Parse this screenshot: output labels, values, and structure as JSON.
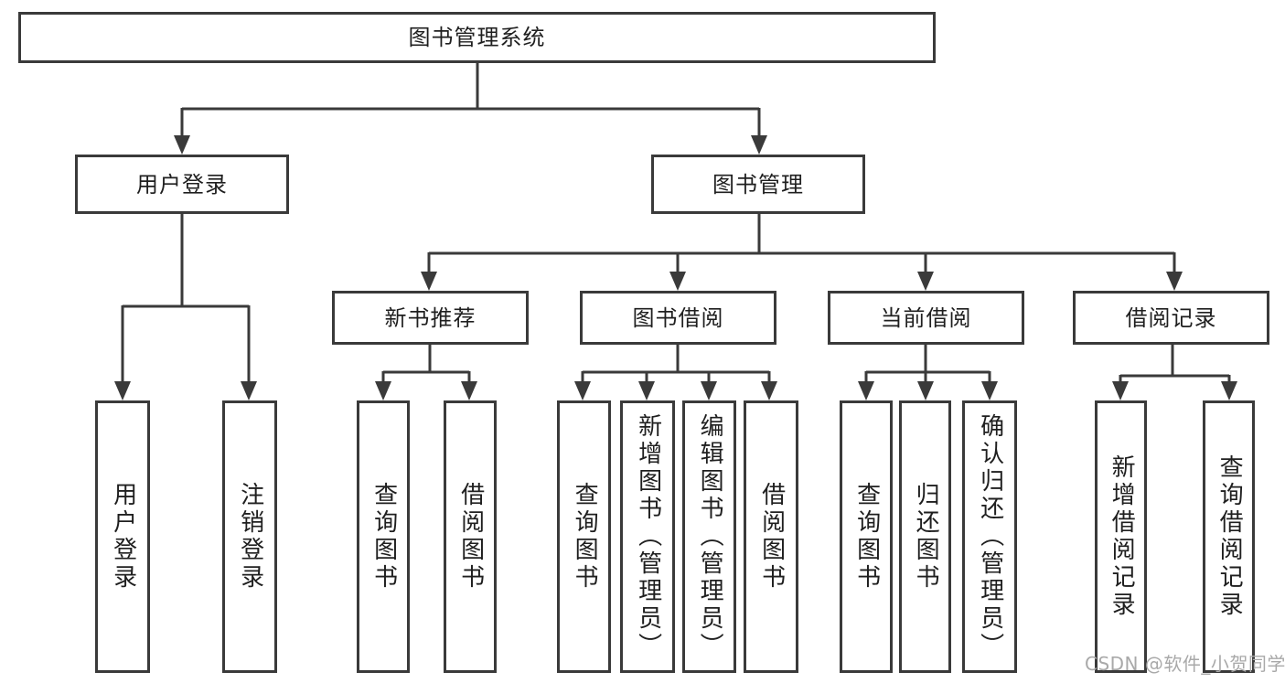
{
  "tree": {
    "root": {
      "label": "图书管理系统"
    },
    "level2": [
      {
        "label": "用户登录",
        "children": [
          {
            "label": "用户登录"
          },
          {
            "label": "注销登录"
          }
        ]
      },
      {
        "label": "图书管理",
        "children": [
          {
            "label": "新书推荐",
            "children": [
              {
                "label": "查询图书"
              },
              {
                "label": "借阅图书"
              }
            ]
          },
          {
            "label": "图书借阅",
            "children": [
              {
                "label": "查询图书"
              },
              {
                "label": "新增图书（管理员）"
              },
              {
                "label": "编辑图书（管理员）"
              },
              {
                "label": "借阅图书"
              }
            ]
          },
          {
            "label": "当前借阅",
            "children": [
              {
                "label": "查询图书"
              },
              {
                "label": "归还图书"
              },
              {
                "label": "确认归还（管理员）"
              }
            ]
          },
          {
            "label": "借阅记录",
            "children": [
              {
                "label": "新增借阅记录"
              },
              {
                "label": "查询借阅记录"
              }
            ]
          }
        ]
      }
    ]
  },
  "watermark": "CSDN @软件_小贺同学",
  "colors": {
    "line": "#3a3a3a",
    "text": "#1f1f1f",
    "background": "#ffffff",
    "watermark": "#a9a9a9"
  }
}
